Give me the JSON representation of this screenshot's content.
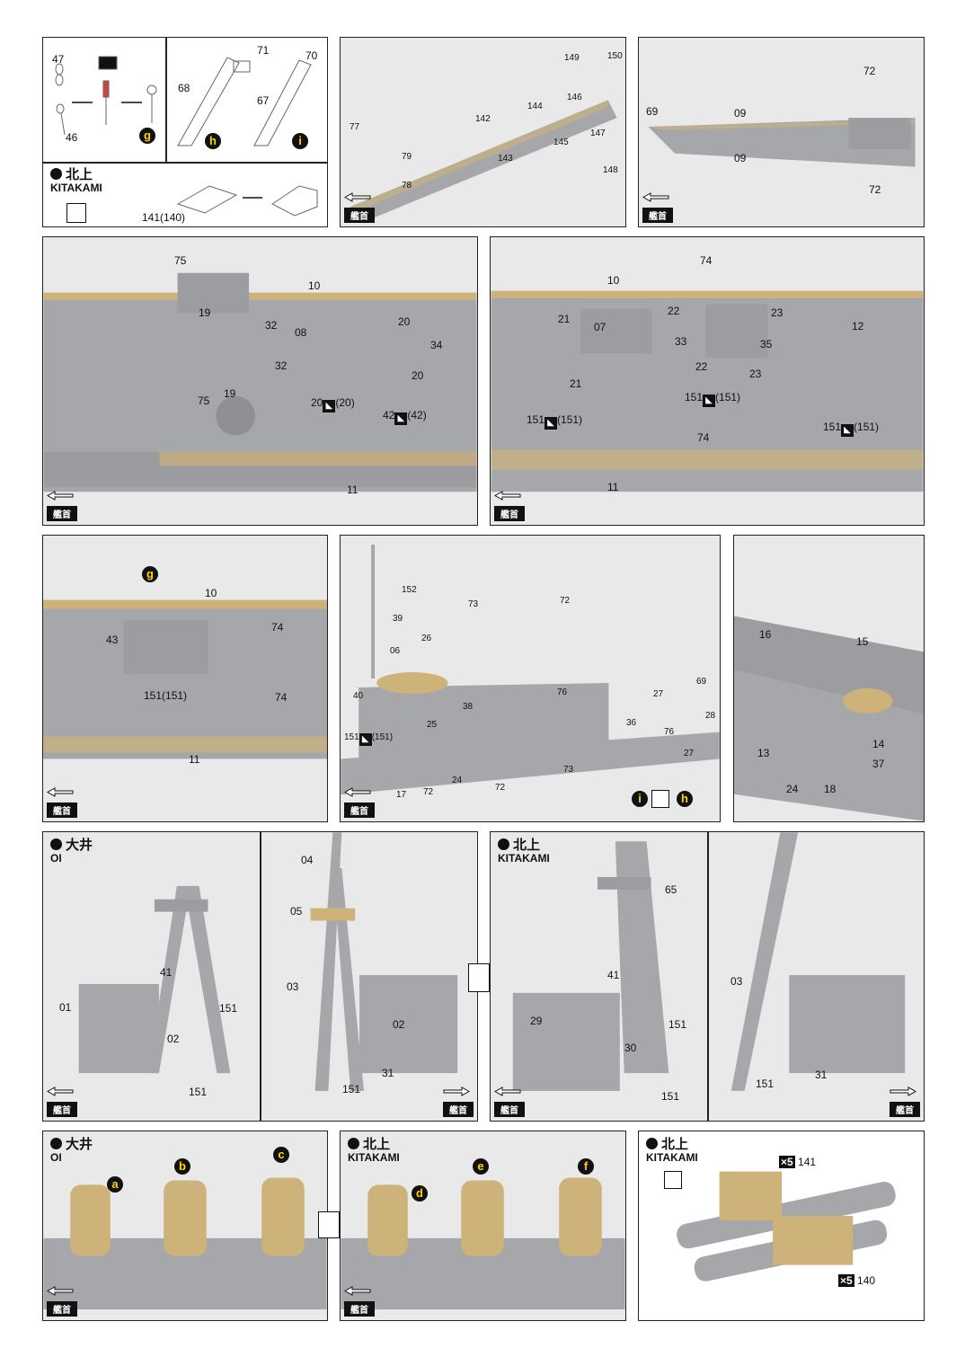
{
  "colors": {
    "hull": "#a6a7aa",
    "hull_dark": "#8f9093",
    "etch": "#cdb27a",
    "panel_bg": "#e9e9e9",
    "step_yellow": "#ffd400"
  },
  "icons": {
    "bow_arrow": "left-arrow-icon",
    "bow_arrow_right": "right-arrow-icon",
    "option_symbol": "optional-part-icon"
  },
  "bow_label": "艦首",
  "top_left": {
    "parts": [
      "47",
      "46",
      "68",
      "71",
      "67",
      "70"
    ],
    "steps": [
      "g",
      "h",
      "i"
    ],
    "ship_name_jp": "北上",
    "ship_name_en": "KITAKAMI",
    "part_label": "141(140)"
  },
  "panel_a": {
    "labels": [
      "77",
      "79",
      "78",
      "142",
      "143",
      "144",
      "145",
      "146",
      "149",
      "150",
      "147",
      "148"
    ]
  },
  "panel_b": {
    "labels": [
      "69",
      "09",
      "09",
      "72",
      "72"
    ]
  },
  "panel_c": {
    "labels": [
      "75",
      "10",
      "19",
      "32",
      "08",
      "20",
      "34",
      "32",
      "20",
      "19",
      "75",
      "20",
      "(20)",
      "42",
      "(42)",
      "11"
    ]
  },
  "panel_d": {
    "labels": [
      "74",
      "10",
      "21",
      "07",
      "22",
      "23",
      "12",
      "33",
      "35",
      "22",
      "23",
      "21",
      "151",
      "(151)",
      "151",
      "(151)",
      "151",
      "(151)",
      "74",
      "11"
    ]
  },
  "panel_e": {
    "step": "g",
    "labels": [
      "10",
      "74",
      "43",
      "151(151)",
      "74",
      "11"
    ]
  },
  "panel_f": {
    "labels": [
      "152",
      "39",
      "26",
      "73",
      "72",
      "06",
      "40",
      "76",
      "27",
      "69",
      "28",
      "38",
      "25",
      "36",
      "76",
      "27",
      "151",
      "(151)",
      "24",
      "17",
      "72",
      "72",
      "73"
    ],
    "steps": [
      "i",
      "h"
    ]
  },
  "panel_g": {
    "labels": [
      "16",
      "15",
      "13",
      "14",
      "37",
      "24",
      "18"
    ]
  },
  "panel_h": {
    "ship_name_jp": "大井",
    "ship_name_en": "OI",
    "labels": [
      "41",
      "01",
      "151",
      "02",
      "151"
    ]
  },
  "panel_i": {
    "labels": [
      "04",
      "05",
      "03",
      "02",
      "31",
      "151"
    ]
  },
  "panel_j": {
    "ship_name_jp": "北上",
    "ship_name_en": "KITAKAMI",
    "labels": [
      "65",
      "41",
      "29",
      "151",
      "30",
      "151"
    ]
  },
  "panel_k": {
    "labels": [
      "03",
      "31",
      "151"
    ]
  },
  "panel_l": {
    "ship_name_jp": "大井",
    "ship_name_en": "OI",
    "steps": [
      "a",
      "b",
      "c"
    ]
  },
  "panel_m": {
    "ship_name_jp": "北上",
    "ship_name_en": "KITAKAMI",
    "steps": [
      "d",
      "e",
      "f"
    ]
  },
  "panel_n": {
    "ship_name_jp": "北上",
    "ship_name_en": "KITAKAMI",
    "multipliers": [
      "×5",
      "×5"
    ],
    "labels": [
      "141",
      "140"
    ]
  }
}
